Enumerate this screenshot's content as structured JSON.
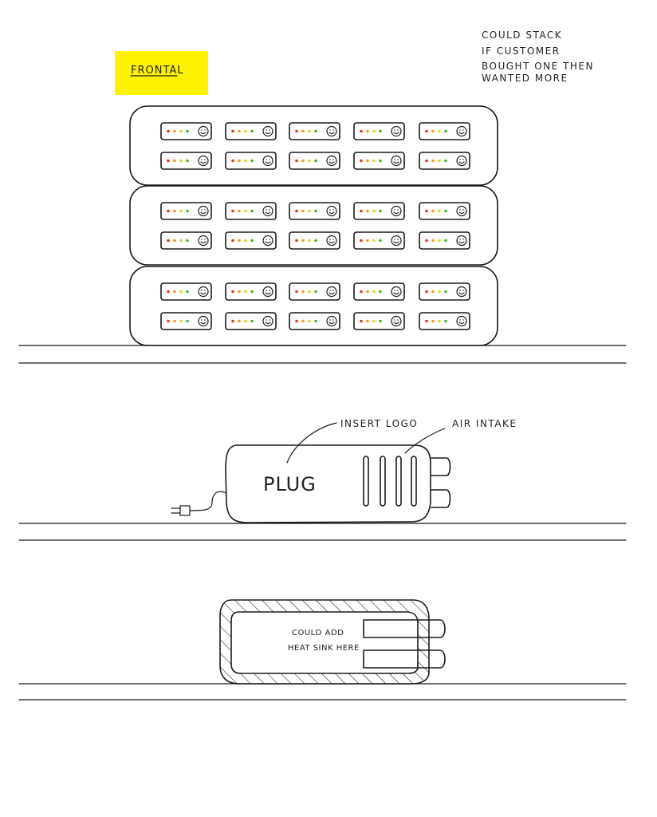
{
  "sticky_note": {
    "label": "FRONTAL",
    "color": "#FFF200"
  },
  "stack_note": {
    "lines": [
      "COULD STACK",
      "IF CUSTOMER",
      "BOUGHT ONE THEN",
      "WANTED MORE"
    ]
  },
  "side_view": {
    "brand": "PLUG",
    "logo_callout": "INSERT LOGO",
    "intake_callout": "AIR INTAKE"
  },
  "section_view": {
    "note_lines": [
      "COULD ADD",
      "HEAT SINK HERE"
    ]
  },
  "led_colors": [
    "#E8331E",
    "#F39A1E",
    "#E5D21E",
    "#3DB53D"
  ],
  "icon": "smiley-icon",
  "stack": {
    "units": 3,
    "rows_per_unit": 2,
    "modules_per_row": 5
  }
}
